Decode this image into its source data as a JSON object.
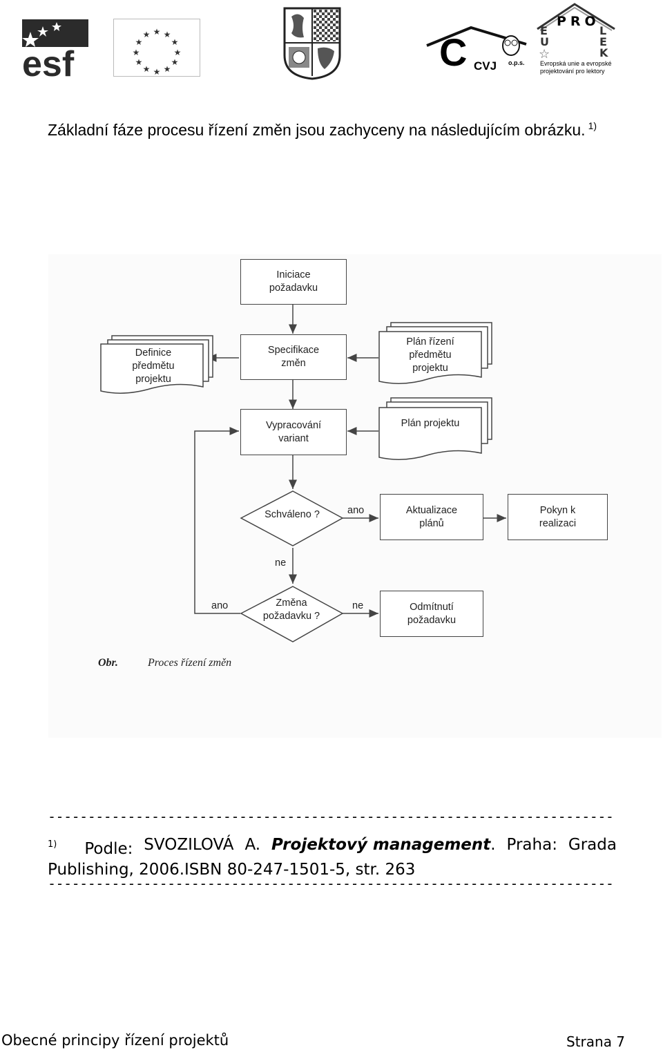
{
  "header": {
    "logo_esf_text": "esf",
    "logo_cvj_big": "C",
    "logo_cvj_small": "CVJ",
    "logo_cvj_ops": "o.p.s.",
    "logo_prolek_title": "PRO",
    "logo_prolek_letters": [
      "E",
      "U",
      "L",
      "E",
      "K"
    ],
    "logo_prolek_sub": "Evropská unie a evropské projektování pro lektory"
  },
  "intro": {
    "text": "Základní fáze procesu řízení změn jsou zachyceny na následujícím obrázku.",
    "footnote_mark": "1)"
  },
  "diagram": {
    "nodes": {
      "iniciace": "Iniciace požadavku",
      "definice": "Definice předmětu projektu",
      "specifikace": "Specifikace změn",
      "plan_rizeni": "Plán řízení předmětu projektu",
      "vypracovani": "Vypracování variant",
      "plan_projektu": "Plán projektu",
      "schvaleno": "Schváleno ?",
      "aktualizace": "Aktualizace plánů",
      "pokyn": "Pokyn k realizaci",
      "zmena": "Změna požadavku ?",
      "odmitnuti": "Odmítnutí požadavku"
    },
    "edge_labels": {
      "ano_top": "ano",
      "ne_middle": "ne",
      "ano_left": "ano",
      "ne_right": "ne"
    },
    "caption_prefix": "Obr.",
    "caption": "Proces řízení změn"
  },
  "dashes": "------------------------------------------------------------------------------------------------",
  "reference": {
    "mark": "1)",
    "w1": "Podle:",
    "w2": "SVOZILOVÁ",
    "w3": "A.",
    "w4": "Projektový management",
    "w5": ".",
    "w6": "Praha:",
    "w7": "Grada",
    "line2": "Publishing, 2006.ISBN 80-247-1501-5, str. 263"
  },
  "footer": {
    "left": "Obecné principy řízení projektů",
    "right": "Strana 7"
  }
}
